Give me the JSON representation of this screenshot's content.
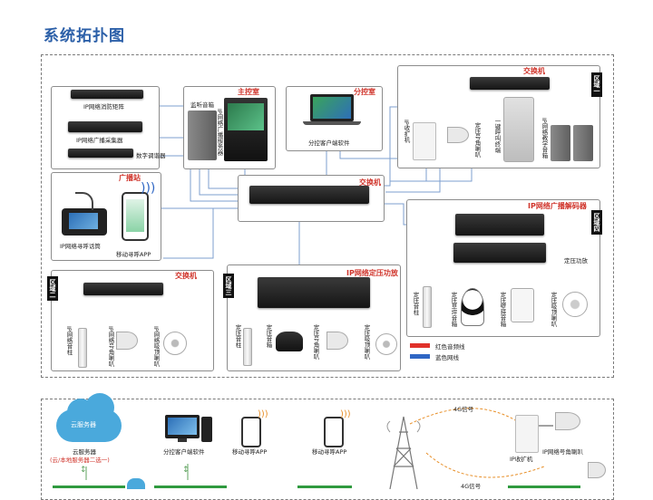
{
  "page_title": "系统拓扑图",
  "main_room": {
    "label": "主控室",
    "broadcast_server": "IP网络广播服务器",
    "monitor_speaker": "监听音箱"
  },
  "sub_room": {
    "label": "分控室",
    "client_software": "分控客户端软件"
  },
  "rack_devices": {
    "fire_matrix": "IP网络消防矩阵",
    "collector": "IP网络广播采集器",
    "tuner": "数字调谐器"
  },
  "broadcast_station": {
    "label": "广播站",
    "paging_mic": "IP网络寻呼话筒",
    "mobile_app": "移动寻呼APP"
  },
  "core_switch": {
    "label": "交换机"
  },
  "zone1": {
    "label": "区域一",
    "switch_label": "交换机",
    "ip_expander": "IP收扩机",
    "horn_speaker": "定压号角喇叭",
    "sos_terminal": "一键呼叫终端",
    "classroom_speaker": "IP网络教学音箱"
  },
  "zone2": {
    "label": "区域二",
    "switch_label": "交换机",
    "column_speaker": "IP网络音柱",
    "horn_speaker": "IP网络号角喇叭",
    "ceiling_speaker": "IP网络吸顶喇叭"
  },
  "zone3": {
    "label": "区域三",
    "amp_label": "IP网络定压功放",
    "column_speaker": "定压音柱",
    "wall_speaker": "定压音箱",
    "horn_speaker": "定压号角喇叭",
    "ceiling_speaker": "定压吸顶喇叭"
  },
  "zone4": {
    "label": "区域四",
    "decoder_label": "IP网络广播解码器",
    "amp_label": "定压功放",
    "column_speaker": "定压音柱",
    "lawn_speaker": "定压草坪音箱",
    "wall_speaker": "定压壁挂音箱",
    "ceiling_speaker": "定压吸顶喇叭"
  },
  "legend": {
    "red": "红色音频线",
    "blue": "蓝色网线"
  },
  "bottom": {
    "cloud": "云服务器",
    "cloud_caption": "云服务器",
    "cloud_note": "(云/本地服务器二选一)",
    "client": "分控客户端软件",
    "app1": "移动寻呼APP",
    "app2": "移动寻呼APP",
    "signal_4g_top": "4G信号",
    "signal_4g_bottom": "4G信号",
    "ip_expander": "IP收扩机",
    "horn": "IP网络号角喇叭"
  },
  "colors": {
    "title_blue": "#2b5fa8",
    "accent_red": "#d0352c",
    "audio_red": "#e0312a",
    "network_blue": "#2f66c4",
    "wifi_orange": "#e8902a",
    "cloud_blue": "#4aa9dc"
  }
}
